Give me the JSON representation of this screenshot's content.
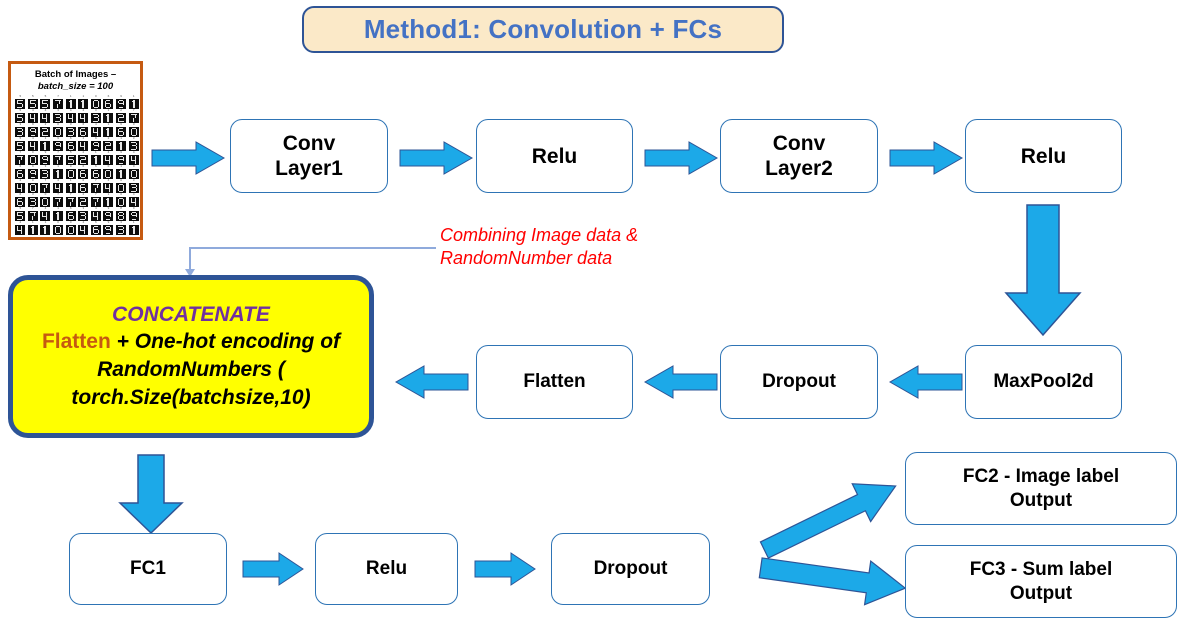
{
  "title": {
    "text": "Method1: Convolution + FCs",
    "color": "#4472C4",
    "bg": "#FBE9C8"
  },
  "batch_panel": {
    "caption_line1": "Batch of Images –",
    "caption_line2": "batch_size = 100",
    "border_color": "#C55A11",
    "grid": {
      "rows": 10,
      "cols": 10,
      "total": 100
    },
    "labels": [
      [
        5,
        5,
        5,
        7,
        1,
        1,
        0,
        6,
        9,
        1
      ],
      [
        5,
        4,
        4,
        3,
        4,
        4,
        3,
        1,
        2,
        7
      ],
      [
        3,
        9,
        2,
        0,
        3,
        6,
        4,
        1,
        6,
        0
      ],
      [
        5,
        4,
        1,
        9,
        6,
        4,
        9,
        2,
        1,
        3
      ],
      [
        7,
        0,
        9,
        7,
        5,
        2,
        1,
        4,
        9,
        4
      ],
      [
        6,
        9,
        3,
        1,
        0,
        6,
        6,
        0,
        1,
        0
      ],
      [
        4,
        0,
        7,
        4,
        1,
        6,
        7,
        4,
        0,
        3
      ],
      [
        6,
        3,
        0,
        7,
        7,
        2,
        7,
        1,
        0,
        4
      ],
      [
        5,
        7,
        4,
        1,
        6,
        3,
        4,
        9,
        8,
        9
      ],
      [
        4,
        1,
        1,
        0,
        0,
        4,
        6,
        9,
        3,
        1
      ]
    ]
  },
  "annotation": {
    "line1": "Combining Image data &",
    "line2": "RandomNumber data",
    "color": "#FF0000"
  },
  "concatenate": {
    "line1": "CONCATENATE",
    "line2_a": "Flatten",
    "line2_b": " + One-hot encoding of",
    "line3": "RandomNumbers (",
    "line4": "torch.Size(batchsize,10)",
    "fill": "#FFFF00",
    "border": "#2E5496",
    "title_color": "#7030A0",
    "flatten_color": "#C55A11"
  },
  "nodes": {
    "conv1_a": "Conv",
    "conv1_b": "Layer1",
    "relu1": "Relu",
    "conv2_a": "Conv",
    "conv2_b": "Layer2",
    "relu2": "Relu",
    "maxpool": "MaxPool2d",
    "dropout1": "Dropout",
    "flatten": "Flatten",
    "fc1": "FC1",
    "relu3": "Relu",
    "dropout2": "Dropout",
    "fc2_a": "FC2 - Image label",
    "fc2_b": "Output",
    "fc3_a": "FC3 - Sum label",
    "fc3_b": "Output"
  },
  "style": {
    "arrow_fill": "#1CA9E8",
    "arrow_stroke": "#2E5496",
    "box_border": "#2E74B5",
    "box_fill": "#FFFFFF"
  }
}
